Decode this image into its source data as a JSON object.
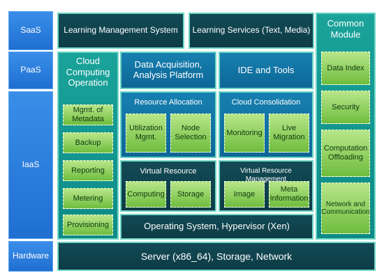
{
  "layers": {
    "saas": "SaaS",
    "paas": "PaaS",
    "iaas": "IaaS",
    "hardware": "Hardware"
  },
  "saas": {
    "lms": "Learning Management System",
    "learning_services": "Learning Services (Text, Media)"
  },
  "common_module": {
    "title": "Common Module",
    "items": [
      "Data Index",
      "Security",
      "Computation Offloading",
      "Network and Communication"
    ]
  },
  "cloud_computing_operation": {
    "title": "Cloud Computing Operation",
    "items": [
      "Mgmt. of Metadata",
      "Backup",
      "Reporting",
      "Metering",
      "Provisioning"
    ]
  },
  "data_acquisition": "Data Acquisition, Analysis Platform",
  "ide_tools": "IDE and Tools",
  "resource_allocation": {
    "title": "Resource Allocation",
    "items": [
      "Utilization Mgmt.",
      "Node Selection"
    ]
  },
  "cloud_consolidation": {
    "title": "Cloud Consolidation",
    "items": [
      "Monitoring",
      "Live Migration"
    ]
  },
  "virtual_resource": {
    "title": "Virtual Resource",
    "items": [
      "Computing",
      "Storage"
    ]
  },
  "virtual_resource_management": {
    "title": "Virtual Resource Management",
    "items": [
      "Image",
      "Meta Information"
    ]
  },
  "os_hypervisor": "Operating System, Hypervisor (Xen)",
  "hardware_row": "Server (x86_64), Storage, Network",
  "colors": {
    "layer_blue": "#2678dc",
    "dark_teal": "#0f4450",
    "mid_blue": "#1276a6",
    "green": "#8fd263",
    "teal": "#119690",
    "outline": "#6fd6c6"
  }
}
